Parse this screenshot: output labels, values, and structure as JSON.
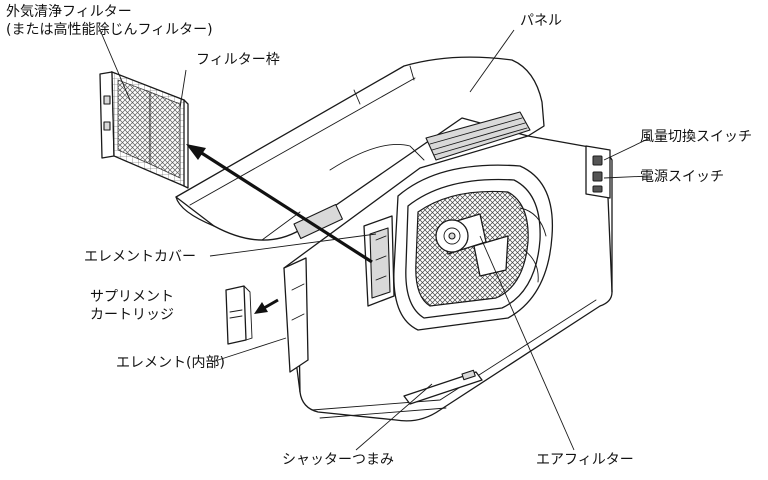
{
  "labels": {
    "outside_air_filter_line1": "外気清浄フィルター",
    "outside_air_filter_line2": "(または高性能除じんフィルター)",
    "filter_frame": "フィルター枠",
    "panel": "パネル",
    "fan_speed_switch": "風量切換スイッチ",
    "power_switch": "電源スイッチ",
    "element_cover": "エレメントカバー",
    "supplement_cartridge_line1": "サプリメント",
    "supplement_cartridge_line2": "カートリッジ",
    "element_inner": "エレメント(内部)",
    "shutter_knob": "シャッターつまみ",
    "air_filter": "エアフィルター"
  },
  "icons": {
    "arrow": "arrow-icon"
  }
}
